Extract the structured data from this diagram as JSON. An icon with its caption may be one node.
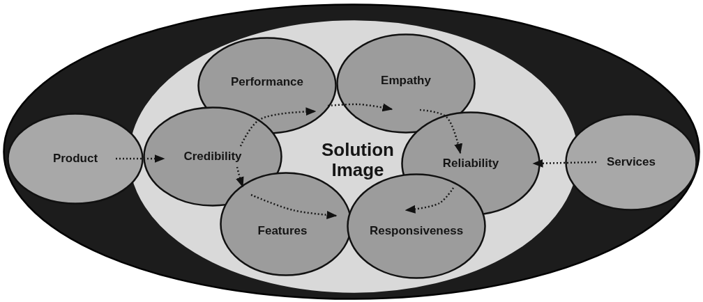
{
  "diagram": {
    "nodes": [
      {
        "text": [],
        "shape": "ellipse"
      },
      {
        "text": [
          "Solution Image"
        ],
        "in": 0
      },
      {
        "text": [
          "Performance"
        ],
        "in": 1
      },
      {
        "text": [
          "Empathy"
        ],
        "in": 1
      },
      {
        "text": [
          "Product"
        ],
        "in": 0
      },
      {
        "text": [
          "Credibility"
        ],
        "in": 1
      },
      {
        "text": [
          "Reliability"
        ],
        "in": 1
      },
      {
        "text": [
          "Services"
        ],
        "in": 0
      },
      {
        "text": [
          "Features"
        ],
        "in": 1
      },
      {
        "text": [
          "Responsiveness"
        ],
        "in": 1
      }
    ],
    "edges": [
      {
        "from": 4,
        "to": 5,
        "arrow": "to",
        "style": "dashed"
      },
      {
        "from": 7,
        "to": 6,
        "arrow": "to",
        "style": "dashed"
      },
      {
        "from": 5,
        "to": 2,
        "arrow": "to",
        "style": "dashed"
      },
      {
        "from": 2,
        "to": 3,
        "arrow": "to",
        "style": "dashed"
      },
      {
        "from": 3,
        "to": 6,
        "arrow": "to",
        "style": "dashed"
      },
      {
        "from": 6,
        "to": 9,
        "arrow": "to",
        "style": "dashed"
      },
      {
        "from": 5,
        "to": 8,
        "arrow": "to",
        "style": "dashed"
      },
      {
        "from": 8,
        "to": 9,
        "arrow": "to",
        "style": "dashed"
      }
    ]
  }
}
